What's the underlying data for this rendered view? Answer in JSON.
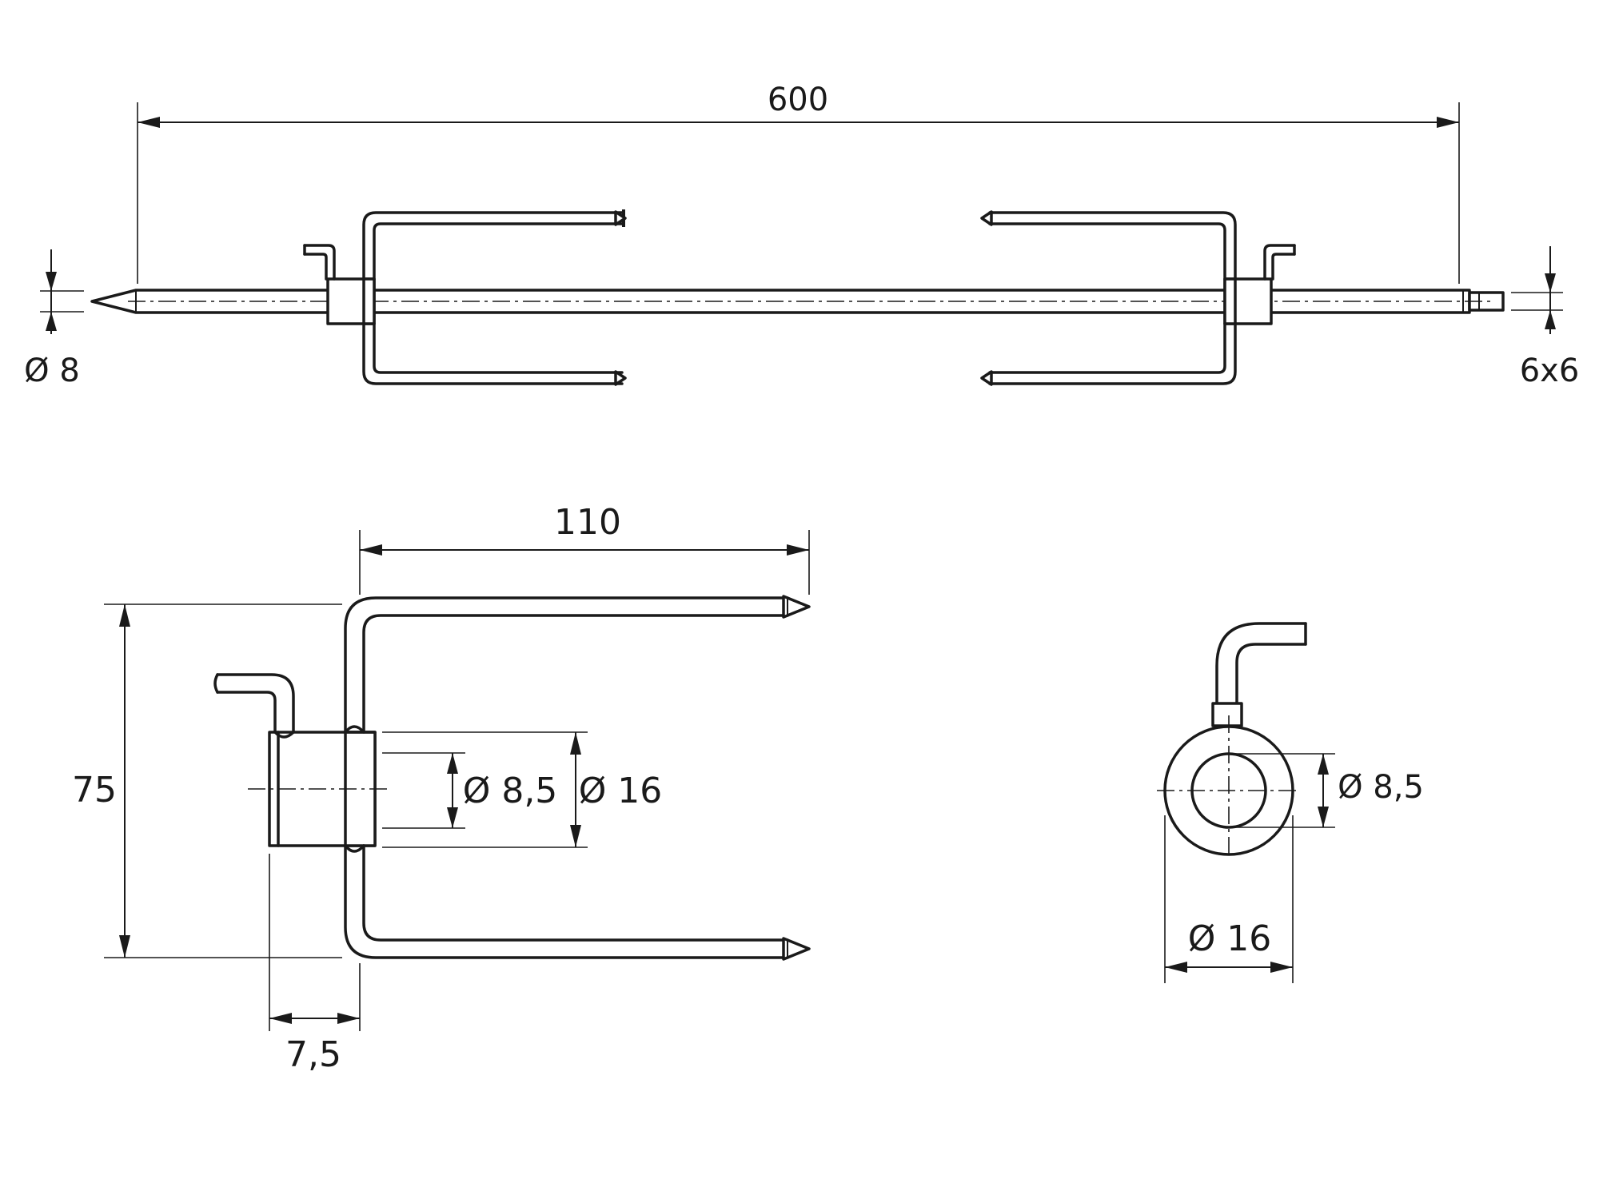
{
  "top_view": {
    "overall_length_label": "600",
    "shaft_diameter_label": "Ø 8",
    "end_square_label": "6x6"
  },
  "side_view": {
    "fork_length_label": "110",
    "fork_height_label": "75",
    "collar_width_label": "7,5",
    "bore_diameter_label": "Ø 8,5",
    "collar_diameter_label": "Ø 16"
  },
  "end_view": {
    "bore_diameter_label": "Ø 8,5",
    "collar_diameter_label": "Ø 16"
  }
}
